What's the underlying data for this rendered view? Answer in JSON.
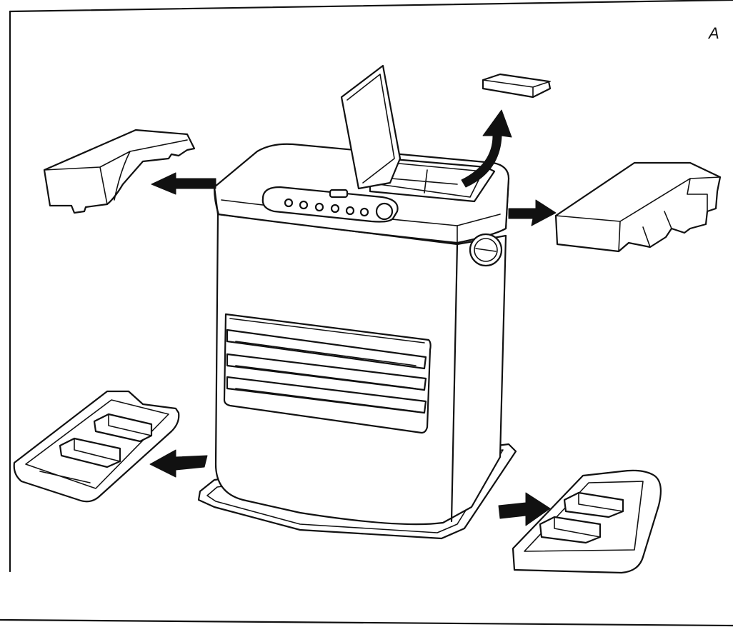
{
  "figure": {
    "label": "A",
    "parts": [
      "heater-body",
      "top-left-packing-block",
      "top-right-packing-block",
      "bottom-left-packing-tray",
      "bottom-right-packing-tray",
      "fuel-lid",
      "small-packing-piece"
    ],
    "arrow_count": 5
  }
}
